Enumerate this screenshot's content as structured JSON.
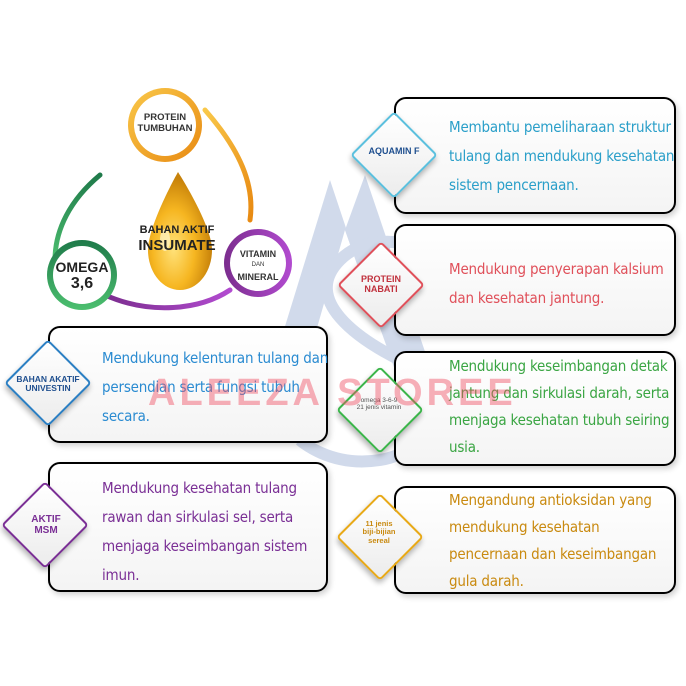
{
  "center": {
    "bahan_label": "BAHAN AKTIF",
    "brand": "INSUMATE"
  },
  "circles": {
    "protein": {
      "line1": "PROTEIN",
      "line2": "TUMBUHAN",
      "color": "#f5a623"
    },
    "omega": {
      "line1": "OMEGA",
      "line2": "3,6",
      "color": "#2e8b57"
    },
    "vitamin": {
      "line1": "VITAMIN",
      "line2": "DAN",
      "line3": "MINERAL",
      "color": "#7b2d8e"
    }
  },
  "cards": [
    {
      "diamond": [
        "AQUAMIN F"
      ],
      "text": [
        "Membantu pemeliharaan struktur",
        "tulang dan mendukung kesehatan",
        "sistem pencernaan."
      ],
      "color": "#5bc0de",
      "text_color": "#2a9fc9"
    },
    {
      "diamond": [
        "PROTEIN",
        "NABATI"
      ],
      "text": [
        "Mendukung penyerapan kalsium",
        "dan kesehatan jantung."
      ],
      "color": "#e0505a",
      "text_color": "#e0505a"
    },
    {
      "diamond": [
        "omega 3-6-9",
        "21 jenis vitamin"
      ],
      "text": [
        "Mendukung keseimbangan detak",
        "jantung dan sirkulasi darah, serta",
        "menjaga kesehatan tubuh seiring",
        "usia."
      ],
      "color": "#3bb54a",
      "text_color": "#3aa543"
    },
    {
      "diamond": [
        "11 jenis",
        "biji-bijian",
        "sereal"
      ],
      "text": [
        "Mengandung antioksidan yang",
        "mendukung kesehatan",
        "pencernaan dan keseimbangan",
        "gula darah."
      ],
      "color": "#e8a917",
      "text_color": "#c98a10"
    },
    {
      "diamond": [
        "BAHAN AKATIF",
        "UNIVESTIN"
      ],
      "text": [
        "Mendukung kelenturan tulang dan",
        "persendian serta fungsi tubuh",
        "secara."
      ],
      "color": "#2b7fc3",
      "text_color": "#2a8bd1"
    },
    {
      "diamond": [
        "AKTIF",
        "MSM"
      ],
      "text": [
        "Mendukung kesehatan tulang",
        "rawan dan sirkulasi sel, serta",
        "menjaga keseimbangan sistem",
        "imun."
      ],
      "color": "#7a2f95",
      "text_color": "#7a2f95"
    }
  ],
  "watermark": {
    "text": "ALEEZA STOREE",
    "monogram": "AS"
  }
}
